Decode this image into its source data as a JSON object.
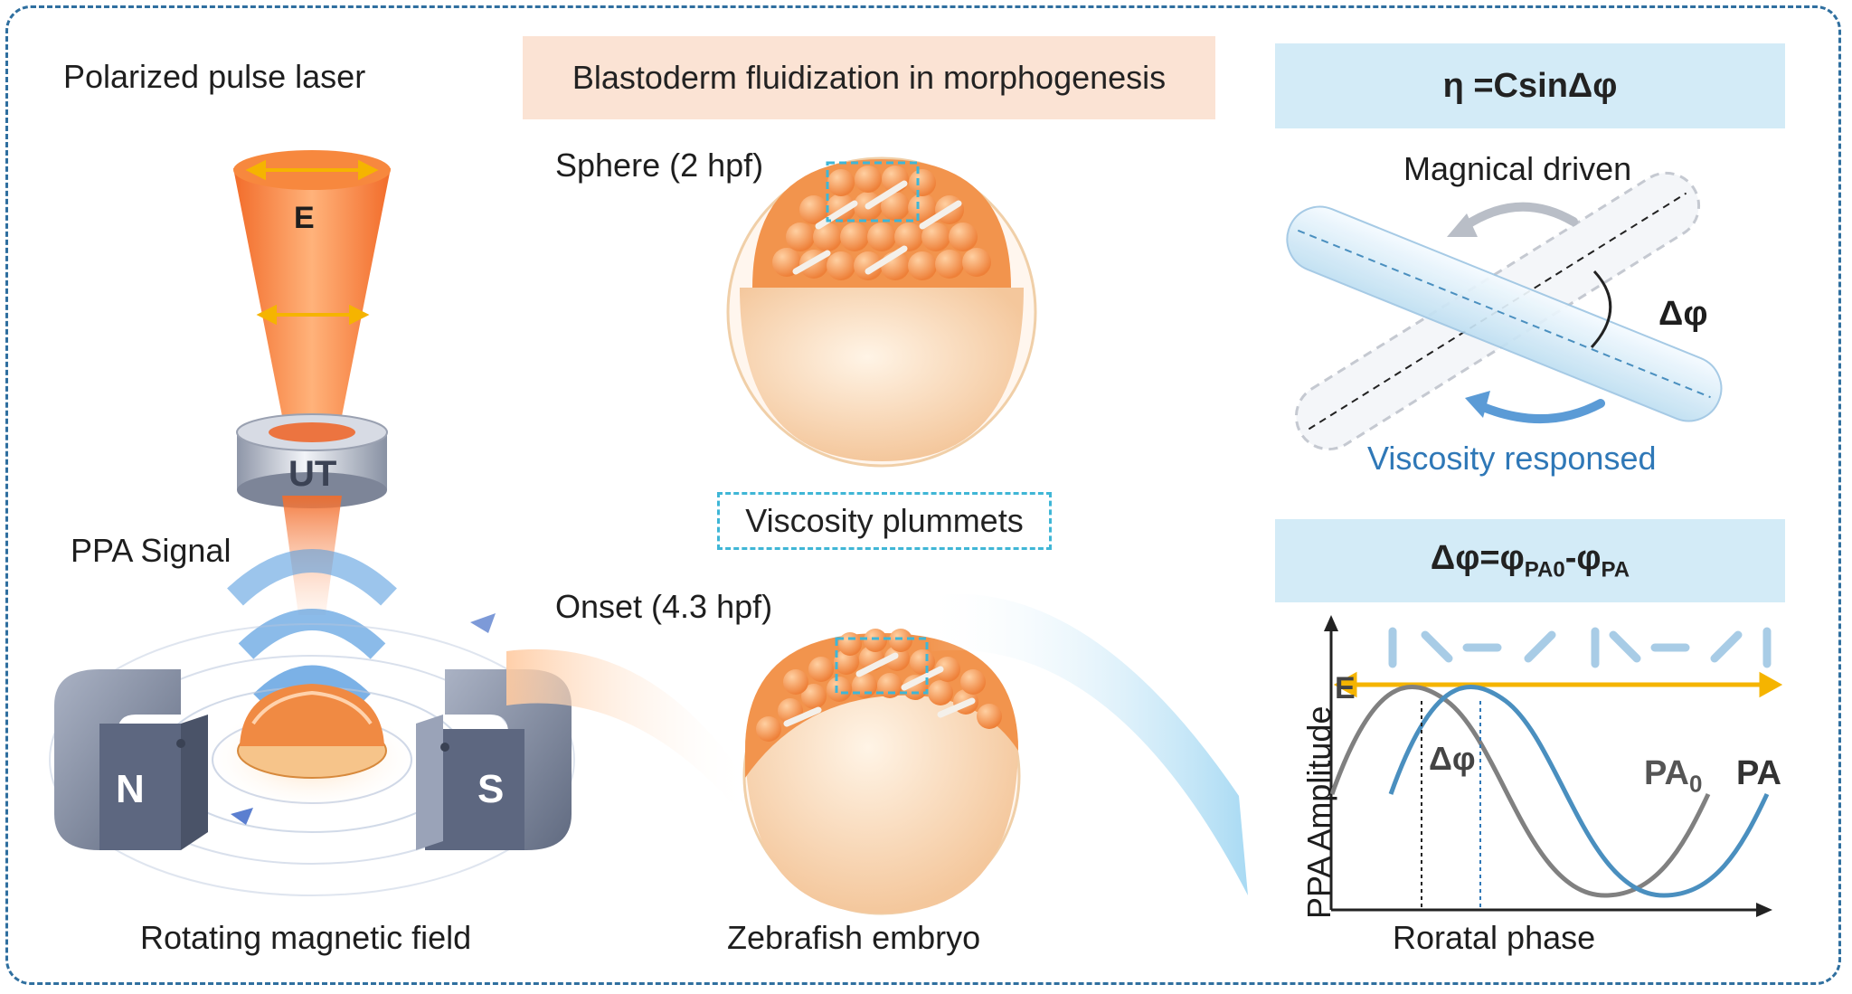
{
  "left": {
    "laser_title": "Polarized pulse laser",
    "e_label": "E",
    "ut_label": "UT",
    "ppa_signal": "PPA Signal",
    "north": "N",
    "south": "S",
    "caption": "Rotating magnetic field"
  },
  "middle": {
    "banner": "Blastoderm fluidization in morphogenesis",
    "stage1": "Sphere (2 hpf)",
    "viscosity_box": "Viscosity plummets",
    "stage2": "Onset (4.3 hpf)",
    "caption": "Zebrafish embryo"
  },
  "right": {
    "formula1_pre": "η =Csin",
    "formula1_delta": "Δφ",
    "magnetic_label": "Magnical driven",
    "delta_phi": "Δφ",
    "viscosity_label": "Viscosity responsed",
    "formula2_lhs": "Δφ=φ",
    "formula2_sub1": "PA0",
    "formula2_mid": "-φ",
    "formula2_sub2": "PA",
    "plot_e": "E",
    "plot_delta": "Δφ",
    "plot_pa0_main": "PA",
    "plot_pa0_sub": "0",
    "plot_pa": "PA",
    "ylabel": "PPA Amplitude",
    "xlabel": "Roratal phase"
  },
  "colors": {
    "frame": "#2f6f9f",
    "banner_peach": "#fbe3d4",
    "banner_blue": "#d3ebf7",
    "laser_orange": "#f0672b",
    "arrow_yellow": "#f5b400",
    "curve_gray": "#808080",
    "curve_blue": "#4a8fbf",
    "viscosity_blue": "#2f78b7",
    "dashed_cyan": "#3fb6d6"
  }
}
